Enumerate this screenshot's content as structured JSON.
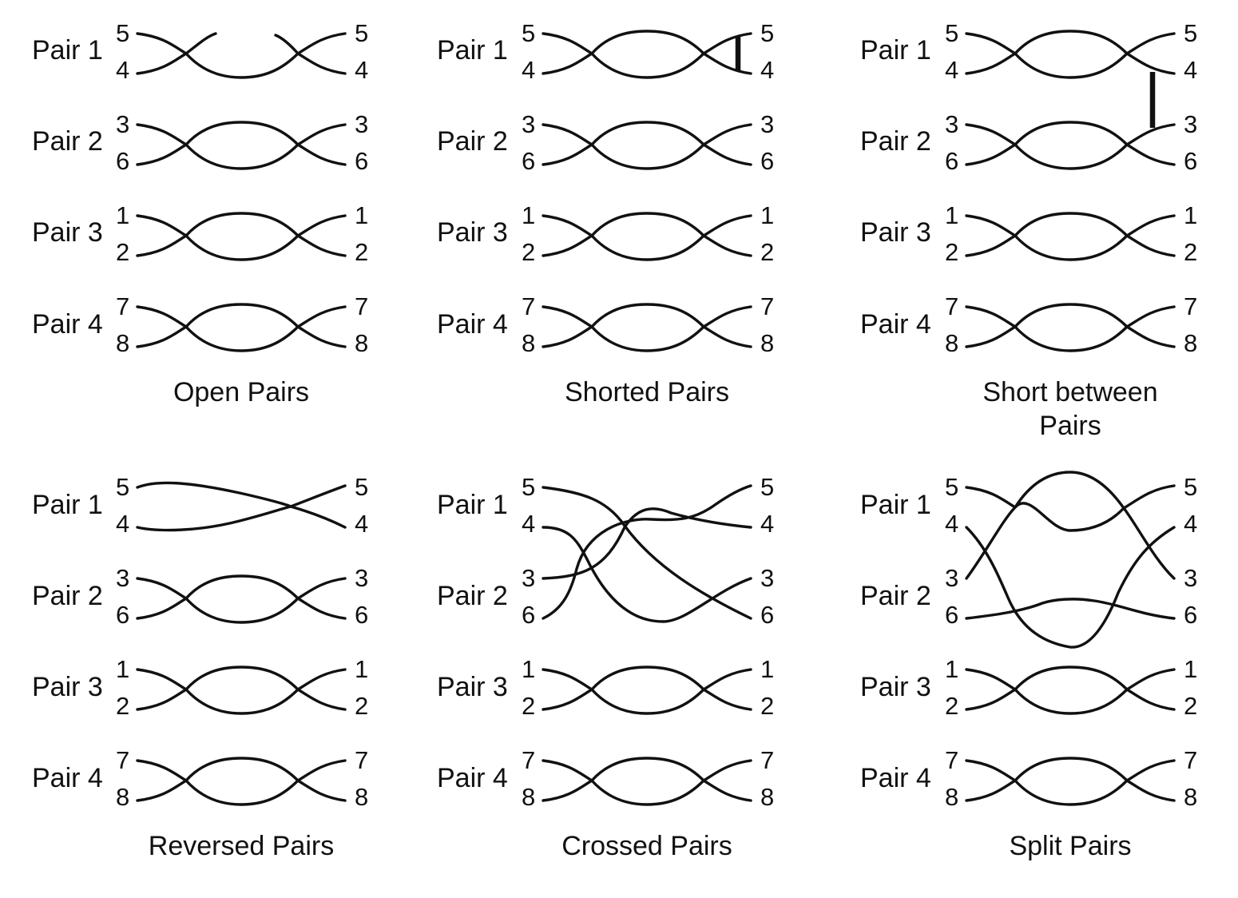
{
  "panels": [
    {
      "id": "open",
      "caption": [
        "Open Pairs"
      ],
      "pairs": [
        {
          "label": "Pair 1",
          "left": [
            "5",
            "4"
          ],
          "right": [
            "5",
            "4"
          ]
        },
        {
          "label": "Pair 2",
          "left": [
            "3",
            "6"
          ],
          "right": [
            "3",
            "6"
          ]
        },
        {
          "label": "Pair 3",
          "left": [
            "1",
            "2"
          ],
          "right": [
            "1",
            "2"
          ]
        },
        {
          "label": "Pair 4",
          "left": [
            "7",
            "8"
          ],
          "right": [
            "7",
            "8"
          ]
        }
      ]
    },
    {
      "id": "shorted",
      "caption": [
        "Shorted Pairs"
      ],
      "pairs": [
        {
          "label": "Pair 1",
          "left": [
            "5",
            "4"
          ],
          "right": [
            "5",
            "4"
          ]
        },
        {
          "label": "Pair 2",
          "left": [
            "3",
            "6"
          ],
          "right": [
            "3",
            "6"
          ]
        },
        {
          "label": "Pair 3",
          "left": [
            "1",
            "2"
          ],
          "right": [
            "1",
            "2"
          ]
        },
        {
          "label": "Pair 4",
          "left": [
            "7",
            "8"
          ],
          "right": [
            "7",
            "8"
          ]
        }
      ]
    },
    {
      "id": "short-between",
      "caption": [
        "Short between",
        "Pairs"
      ],
      "pairs": [
        {
          "label": "Pair 1",
          "left": [
            "5",
            "4"
          ],
          "right": [
            "5",
            "4"
          ]
        },
        {
          "label": "Pair 2",
          "left": [
            "3",
            "6"
          ],
          "right": [
            "3",
            "6"
          ]
        },
        {
          "label": "Pair 3",
          "left": [
            "1",
            "2"
          ],
          "right": [
            "1",
            "2"
          ]
        },
        {
          "label": "Pair 4",
          "left": [
            "7",
            "8"
          ],
          "right": [
            "7",
            "8"
          ]
        }
      ]
    },
    {
      "id": "reversed",
      "caption": [
        "Reversed Pairs"
      ],
      "pairs": [
        {
          "label": "Pair 1",
          "left": [
            "5",
            "4"
          ],
          "right": [
            "5",
            "4"
          ]
        },
        {
          "label": "Pair 2",
          "left": [
            "3",
            "6"
          ],
          "right": [
            "3",
            "6"
          ]
        },
        {
          "label": "Pair 3",
          "left": [
            "1",
            "2"
          ],
          "right": [
            "1",
            "2"
          ]
        },
        {
          "label": "Pair 4",
          "left": [
            "7",
            "8"
          ],
          "right": [
            "7",
            "8"
          ]
        }
      ]
    },
    {
      "id": "crossed",
      "caption": [
        "Crossed Pairs"
      ],
      "pairs": [
        {
          "label": "Pair 1",
          "left": [
            "5",
            "4"
          ],
          "right": [
            "5",
            "4"
          ]
        },
        {
          "label": "Pair 2",
          "left": [
            "3",
            "6"
          ],
          "right": [
            "3",
            "6"
          ]
        },
        {
          "label": "Pair 3",
          "left": [
            "1",
            "2"
          ],
          "right": [
            "1",
            "2"
          ]
        },
        {
          "label": "Pair 4",
          "left": [
            "7",
            "8"
          ],
          "right": [
            "7",
            "8"
          ]
        }
      ]
    },
    {
      "id": "split",
      "caption": [
        "Split Pairs"
      ],
      "pairs": [
        {
          "label": "Pair 1",
          "left": [
            "5",
            "4"
          ],
          "right": [
            "5",
            "4"
          ]
        },
        {
          "label": "Pair 2",
          "left": [
            "3",
            "6"
          ],
          "right": [
            "3",
            "6"
          ]
        },
        {
          "label": "Pair 3",
          "left": [
            "1",
            "2"
          ],
          "right": [
            "1",
            "2"
          ]
        },
        {
          "label": "Pair 4",
          "left": [
            "7",
            "8"
          ],
          "right": [
            "7",
            "8"
          ]
        }
      ]
    }
  ]
}
